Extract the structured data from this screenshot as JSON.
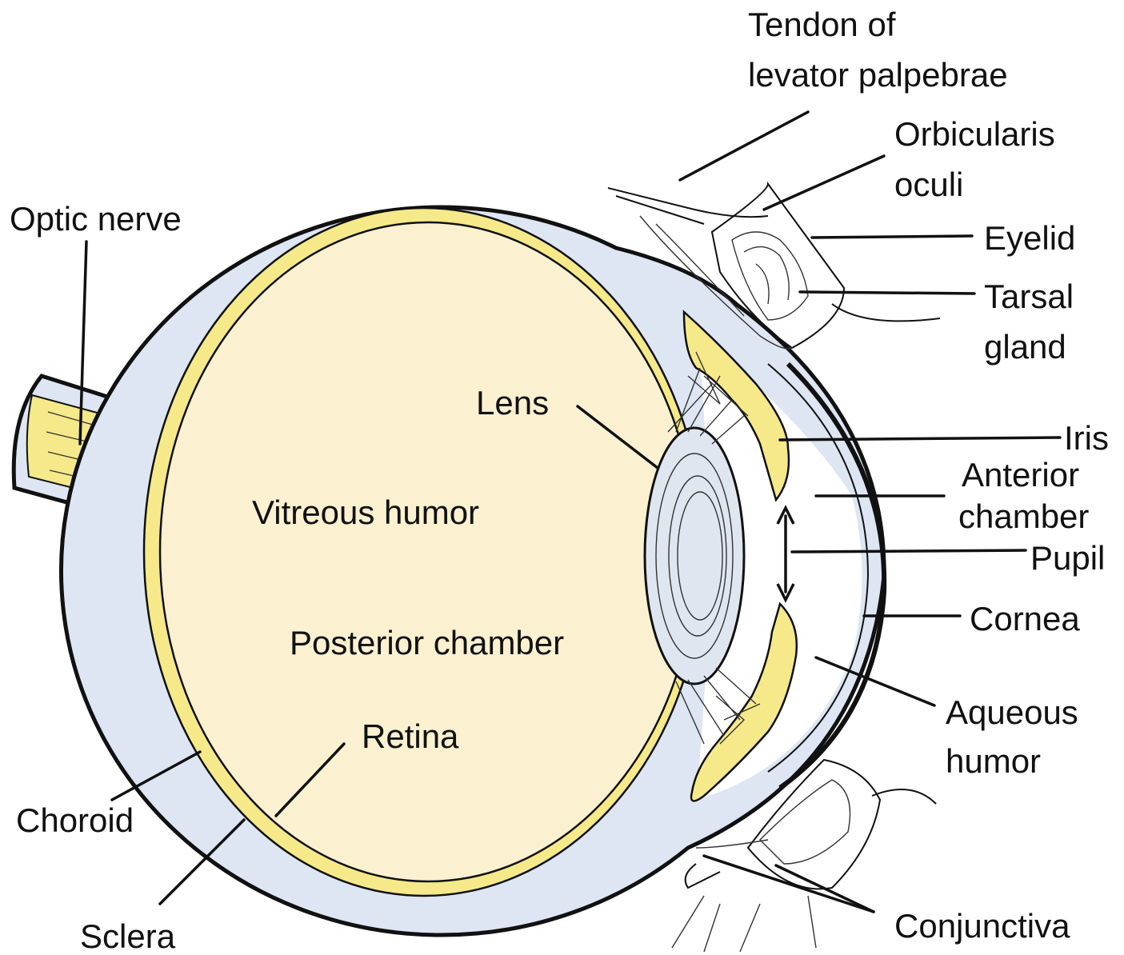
{
  "colors": {
    "sclera": "#dde6f2",
    "choroid_retina": "#f5e98a",
    "vitreous": "#fbf1d0",
    "lens": "#dfe6f0",
    "outline": "#111111"
  },
  "labels": {
    "tendon_line1": "Tendon of",
    "tendon_line2": "levator palpebrae",
    "orbicularis_line1": "Orbicularis",
    "orbicularis_line2": "oculi",
    "optic_nerve": "Optic nerve",
    "eyelid": "Eyelid",
    "tarsal_line1": "Tarsal",
    "tarsal_line2": "gland",
    "lens": "Lens",
    "iris": "Iris",
    "anterior_line1": "Anterior",
    "anterior_line2": "chamber",
    "vitreous_humor": "Vitreous humor",
    "pupil": "Pupil",
    "cornea": "Cornea",
    "posterior_chamber": "Posterior chamber",
    "aqueous_line1": "Aqueous",
    "aqueous_line2": "humor",
    "retina": "Retina",
    "choroid": "Choroid",
    "sclera": "Sclera",
    "conjunctiva": "Conjunctiva"
  }
}
